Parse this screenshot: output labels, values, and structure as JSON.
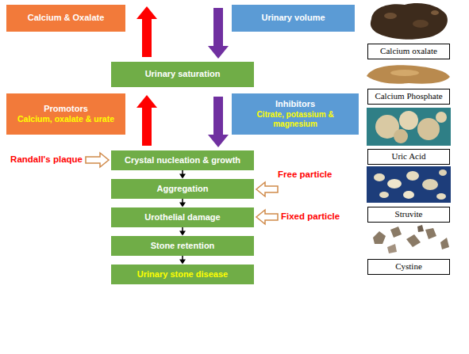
{
  "diagram": {
    "nodes": [
      {
        "text": [
          "Calcium & Oxalate"
        ]
      },
      {
        "text": [
          "Urinary volume"
        ]
      },
      {
        "text": [
          "Urinary saturation"
        ]
      },
      {
        "text": [
          "Promotors",
          "Calcium, oxalate & urate"
        ]
      },
      {
        "text": [
          "Inhibitors",
          "Citrate, potassium & magnesium"
        ]
      },
      {
        "text": [
          "Crystal nucleation & growth"
        ]
      },
      {
        "text": [
          "Aggregation"
        ]
      },
      {
        "text": [
          "Urothelial damage"
        ]
      },
      {
        "text": [
          "Stone retention"
        ]
      },
      {
        "text": [
          "Urinary stone disease"
        ]
      },
      {
        "text": [
          "Calcium oxalate"
        ]
      },
      {
        "text": [
          "Calcium Phosphate"
        ]
      },
      {
        "text": [
          "Uric Acid"
        ]
      },
      {
        "text": [
          "Struvite"
        ]
      },
      {
        "text": [
          "Cystine"
        ]
      }
    ],
    "edges": [
      {
        "from": 5,
        "to": 6,
        "arrow": "to"
      },
      {
        "from": 6,
        "to": 7,
        "arrow": "to"
      },
      {
        "from": 7,
        "to": 8,
        "arrow": "to"
      },
      {
        "from": 8,
        "to": 9,
        "arrow": "to"
      }
    ],
    "labels": [
      "Randall's plaque",
      "Free particle",
      "Fixed particle"
    ]
  }
}
